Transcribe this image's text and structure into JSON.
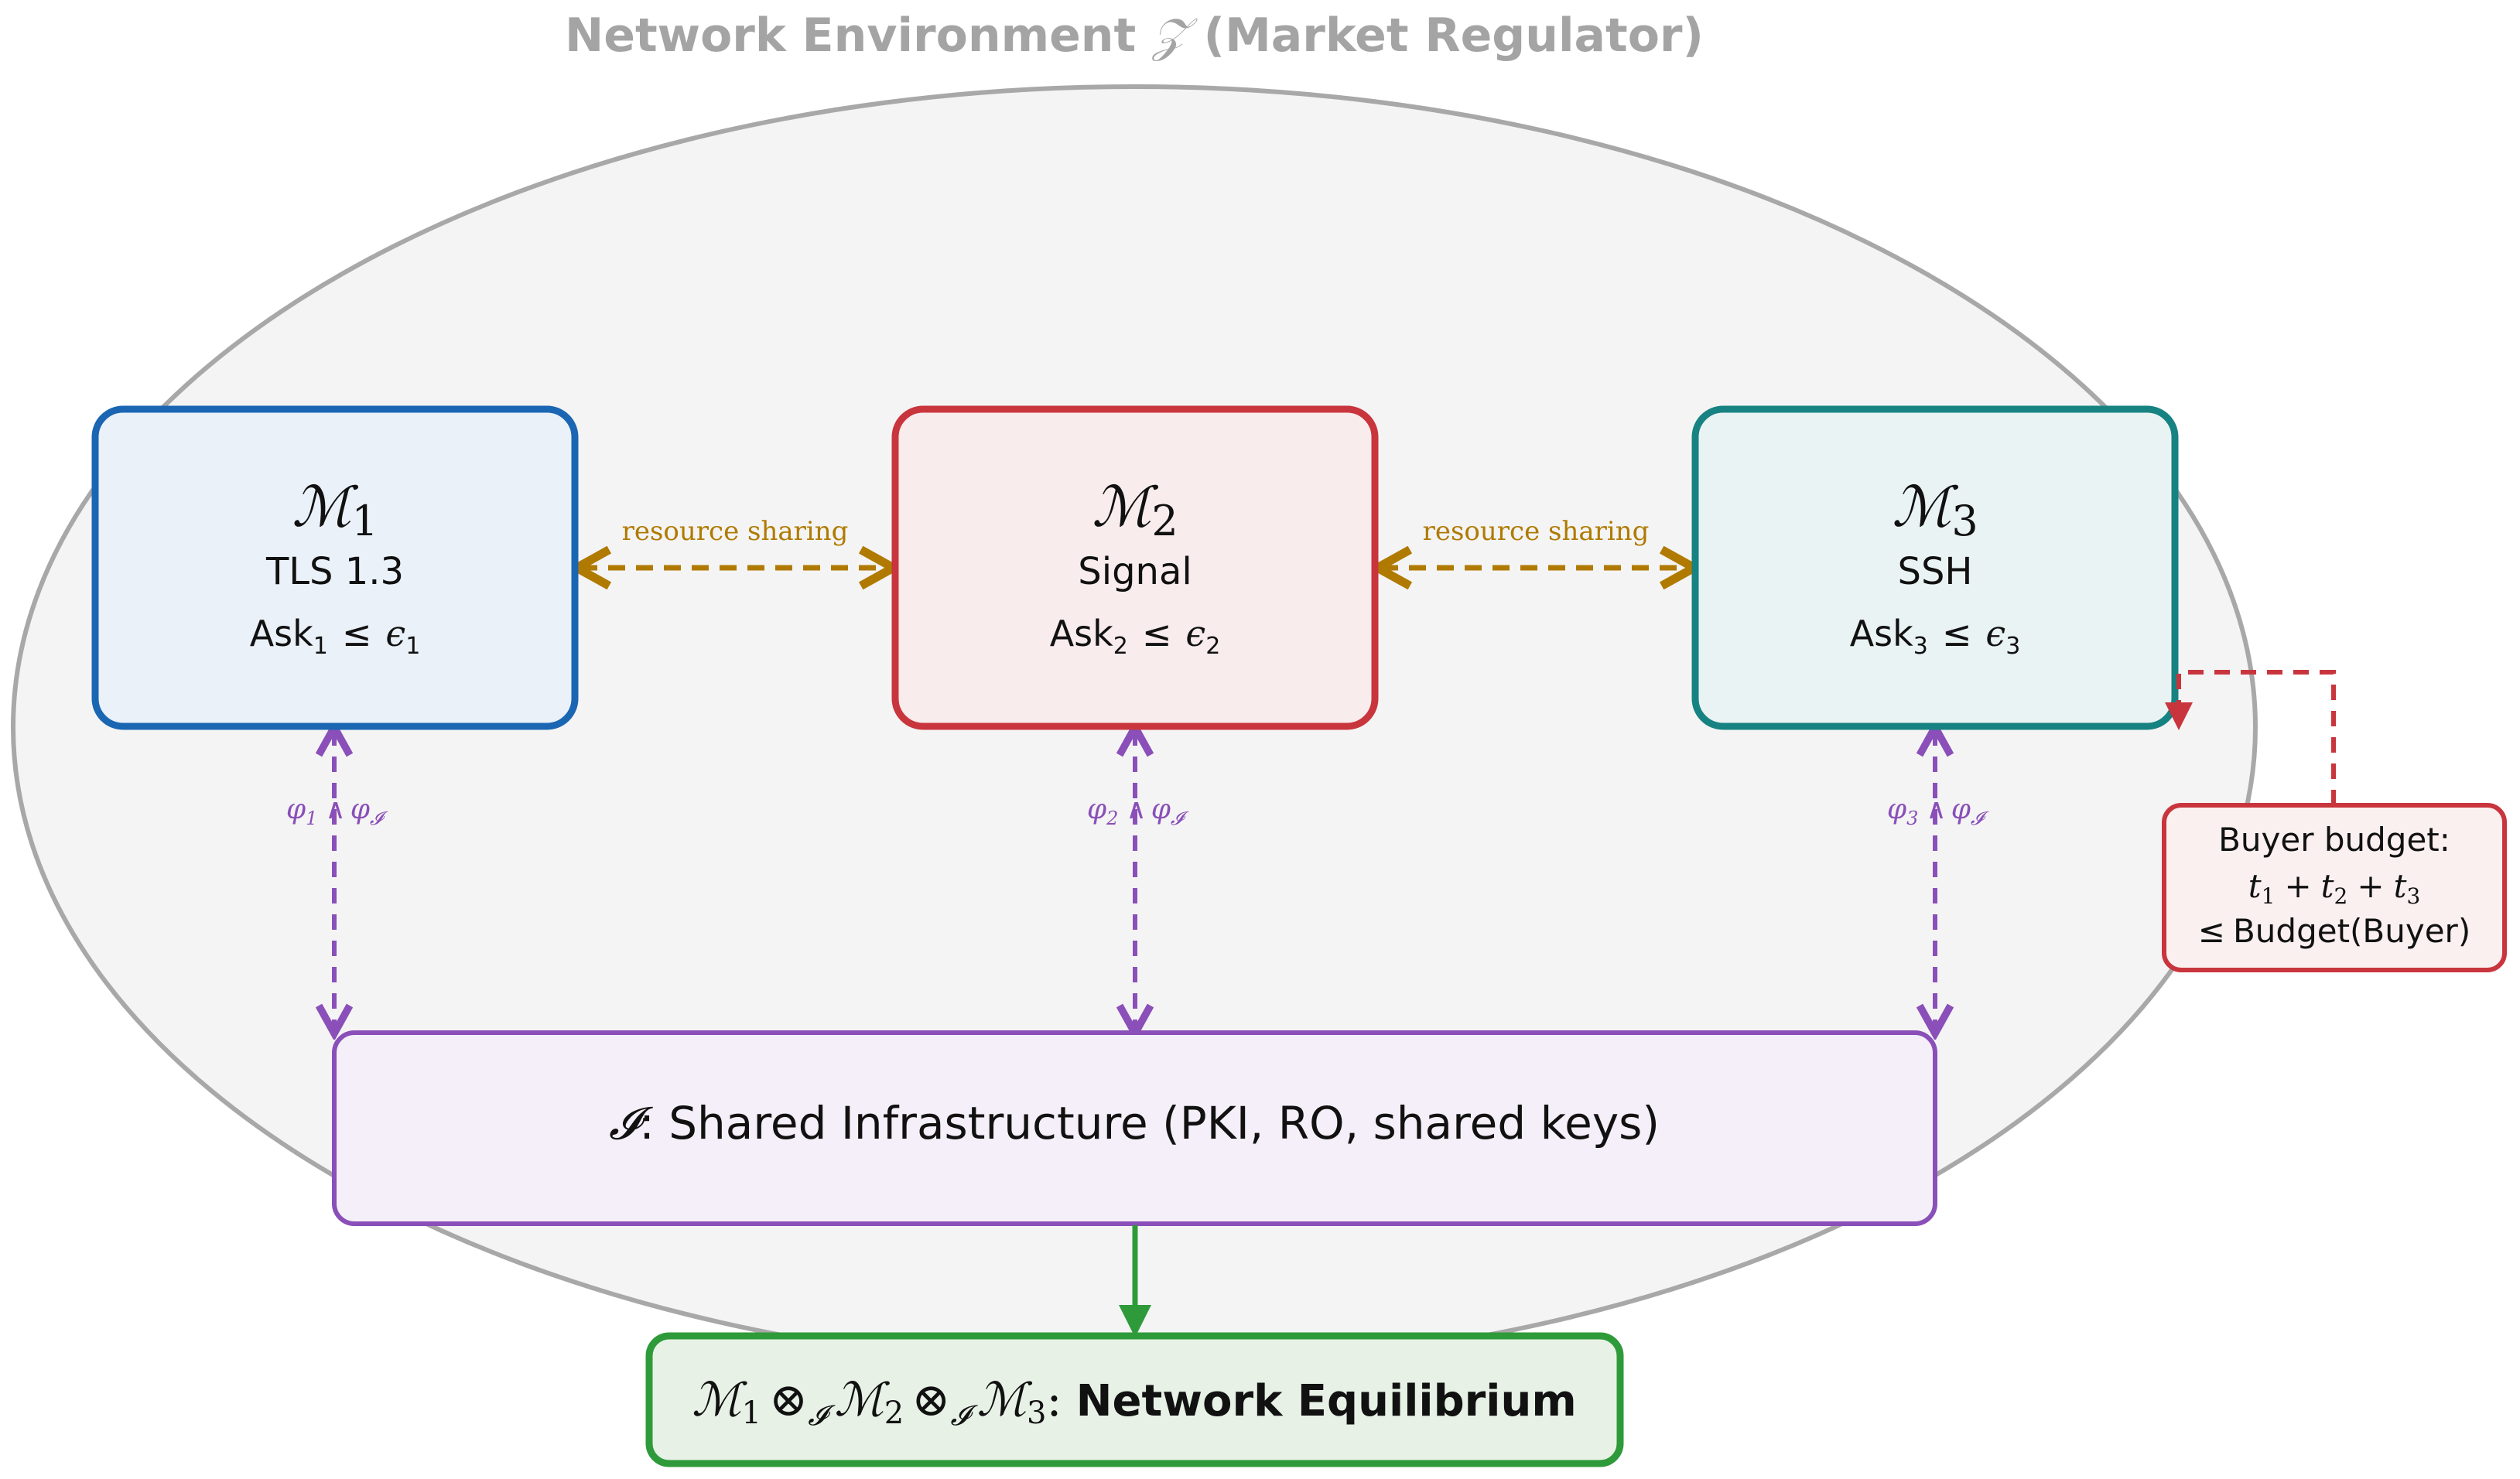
{
  "environment": {
    "title_left": "Network Environment",
    "title_symbol": "𝒵",
    "title_right": "(Market Regulator)"
  },
  "modules": [
    {
      "symbol": "ℳ",
      "index": "1",
      "protocol": "TLS 1.3",
      "ask_word": "Ask",
      "ask_sub": "1",
      "ask_rel": "≤",
      "eps": "ϵ",
      "eps_sub": "1",
      "color": "#1a66b3"
    },
    {
      "symbol": "ℳ",
      "index": "2",
      "protocol": "Signal",
      "ask_word": "Ask",
      "ask_sub": "2",
      "ask_rel": "≤",
      "eps": "ϵ",
      "eps_sub": "2",
      "color": "#c9353d"
    },
    {
      "symbol": "ℳ",
      "index": "3",
      "protocol": "SSH",
      "ask_word": "Ask",
      "ask_sub": "3",
      "ask_rel": "≤",
      "eps": "ϵ",
      "eps_sub": "3",
      "color": "#178282"
    }
  ],
  "sharing": {
    "label": "resource sharing",
    "color": "#b07a00"
  },
  "interfaces": [
    {
      "phi": "φ",
      "sub": "1",
      "phi_i": "φ",
      "sub_i": "𝓘"
    },
    {
      "phi": "φ",
      "sub": "2",
      "phi_i": "φ",
      "sub_i": "𝓘"
    },
    {
      "phi": "φ",
      "sub": "3",
      "phi_i": "φ",
      "sub_i": "𝓘"
    }
  ],
  "infrastructure": {
    "symbol": "𝓘",
    "label": ": Shared Infrastructure (PKI, RO, shared keys)",
    "color": "#8a4fb8"
  },
  "budget": {
    "title": "Buyer budget:",
    "t": "t",
    "sub1": "1",
    "sub2": "2",
    "sub3": "3",
    "plus": "+",
    "rel": "≤",
    "limit": "Budget(Buyer)",
    "color": "#c9353d"
  },
  "equilibrium": {
    "m": "ℳ",
    "sub1": "1",
    "sub2": "2",
    "sub3": "3",
    "otimes": "⊗",
    "op_sub": "𝓘",
    "colon": ":",
    "label": "Network Equilibrium",
    "color": "#2e9a3a"
  }
}
